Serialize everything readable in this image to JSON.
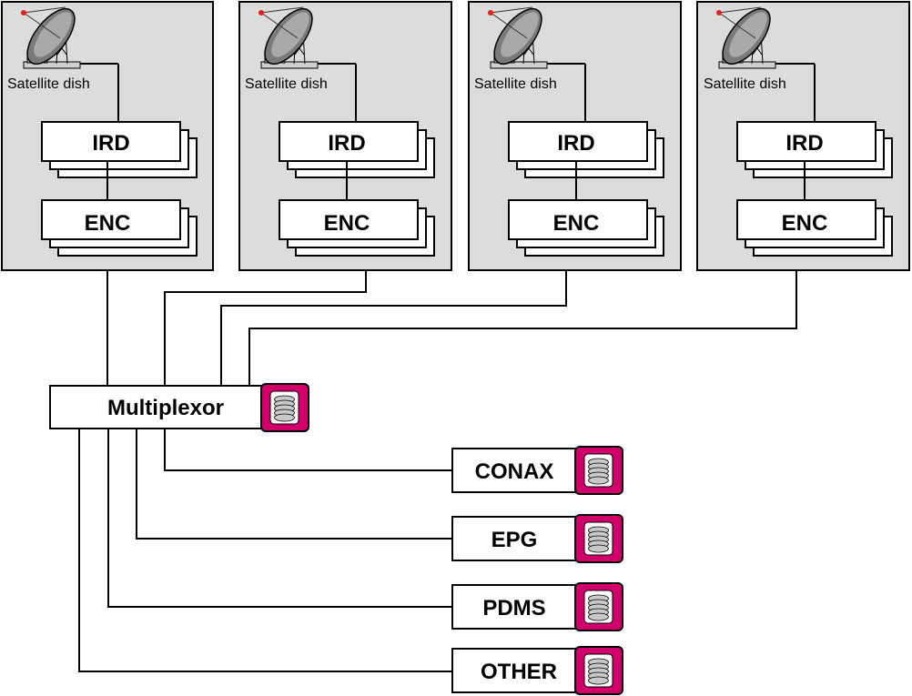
{
  "sources": [
    {
      "dish_label": "Satellite dish",
      "ird_label": "IRD",
      "enc_label": "ENC"
    },
    {
      "dish_label": "Satellite dish",
      "ird_label": "IRD",
      "enc_label": "ENC"
    },
    {
      "dish_label": "Satellite dish",
      "ird_label": "IRD",
      "enc_label": "ENC"
    },
    {
      "dish_label": "Satellite dish",
      "ird_label": "IRD",
      "enc_label": "ENC"
    }
  ],
  "multiplexor": {
    "label": "Multiplexor"
  },
  "services": [
    {
      "label": "CONAX"
    },
    {
      "label": "EPG"
    },
    {
      "label": "PDMS"
    },
    {
      "label": "OTHER"
    }
  ],
  "colors": {
    "panel": "#dcdcdc",
    "database_accent": "#d1006a"
  },
  "icons": {
    "dish": "satellite-dish-icon",
    "database": "database-icon"
  }
}
